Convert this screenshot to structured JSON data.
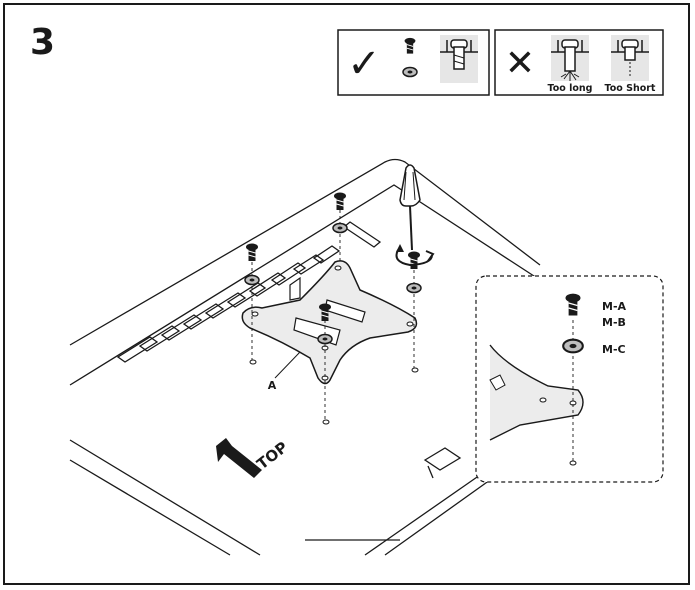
{
  "step_number": "3",
  "panel_correct": {
    "mark": "✓"
  },
  "panel_incorrect": {
    "mark": "✕",
    "too_long_label": "Too long",
    "too_short_label": "Too Short"
  },
  "labels": {
    "plate": "A",
    "top": "TOP"
  },
  "inset_labels": {
    "screw_a": "M-A",
    "screw_b": "M-B",
    "washer": "M-C"
  },
  "colors": {
    "line": "#1a1a1a",
    "fill_gray": "#d9d9d9",
    "panel_bg": "#eaeaea"
  }
}
